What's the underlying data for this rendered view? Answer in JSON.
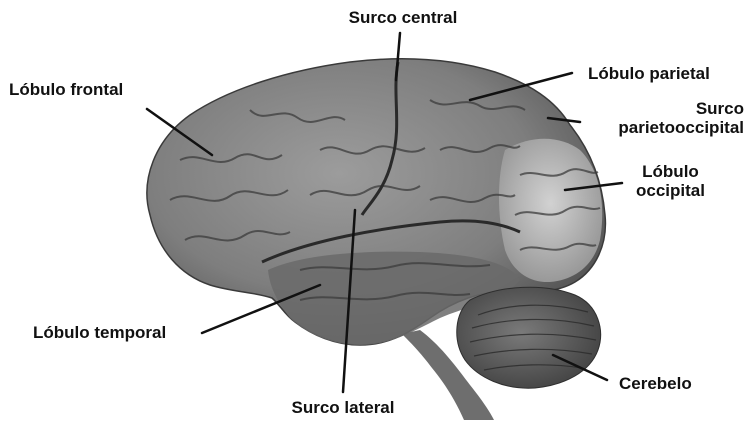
{
  "labels": {
    "surco_central": "Surco central",
    "lobulo_parietal": "Lóbulo parietal",
    "surco_parietooccipital": [
      "Surco",
      "parietooccipital"
    ],
    "lobulo_frontal": "Lóbulo frontal",
    "lobulo_occipital": [
      "Lóbulo",
      "occipital"
    ],
    "lobulo_temporal": "Lóbulo temporal",
    "cerebelo": "Cerebelo",
    "surco_lateral": "Surco lateral"
  },
  "colors": {
    "background": "#ffffff",
    "brain_fill": "#8a8a8a",
    "brain_dark": "#555555",
    "occipital_highlight": "#c8c8c8",
    "leader_line": "#111111",
    "text": "#111111"
  }
}
